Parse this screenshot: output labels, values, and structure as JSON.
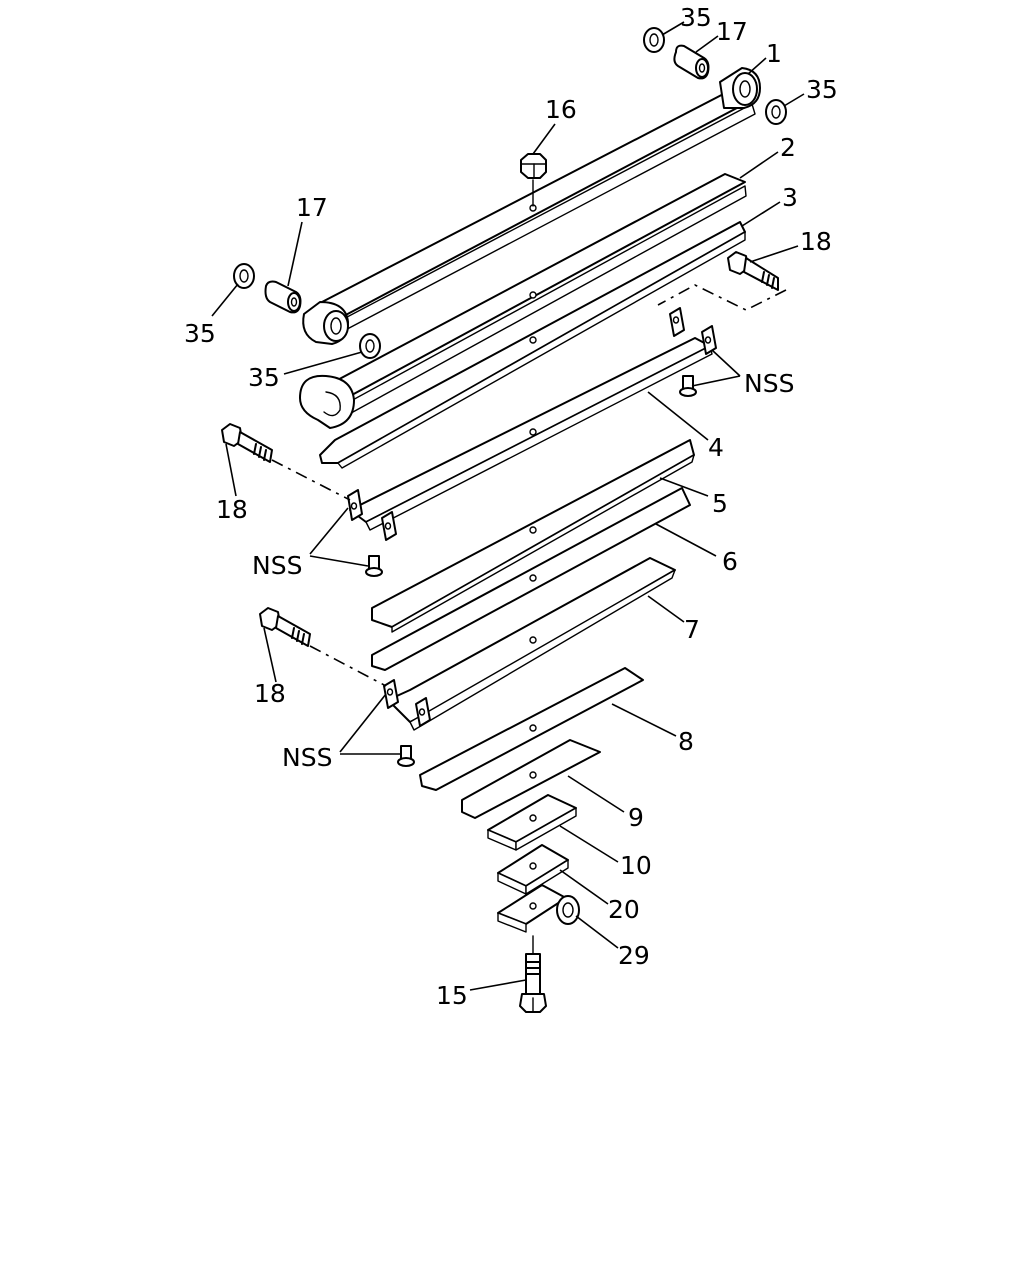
{
  "diagram": {
    "callouts": {
      "c35_top": "35",
      "c17_top": "17",
      "c1": "1",
      "c35_right": "35",
      "c16": "16",
      "c2": "2",
      "c3": "3",
      "c17_left": "17",
      "c18_right": "18",
      "c35_left": "35",
      "c35_mid": "35",
      "nss_right": "NSS",
      "c4": "4",
      "c18_left_upper": "18",
      "c5": "5",
      "nss_left_upper": "NSS",
      "c6": "6",
      "c7": "7",
      "c18_left_lower": "18",
      "c8": "8",
      "nss_left_lower": "NSS",
      "c9": "9",
      "c10": "10",
      "c20": "20",
      "c29": "29",
      "c15": "15"
    }
  }
}
